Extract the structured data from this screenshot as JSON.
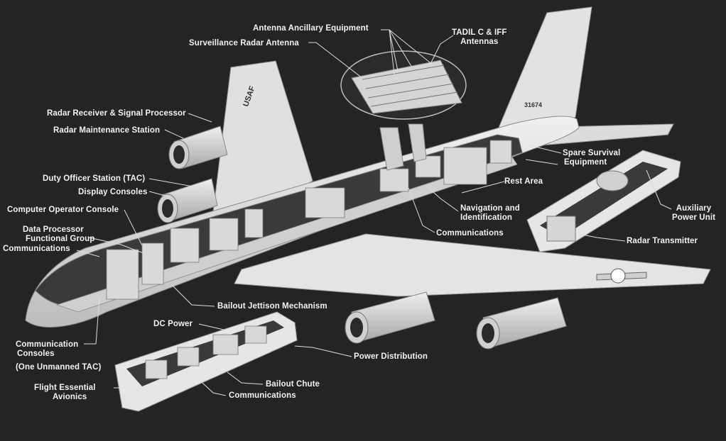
{
  "aircraft": {
    "tail_marking": "USAF",
    "tail_number": "31674"
  },
  "colors": {
    "background": "#242424",
    "fuselage": "#e6e6e6",
    "shadow": "#b9b9b9",
    "interior": "#3a3a3a",
    "label": "#f2f2f2"
  },
  "labels": {
    "antenna_ancillary": "Antenna Ancillary Equipment",
    "surveillance_radar": "Surveillance Radar Antenna",
    "tadil_1": "TADIL C & IFF",
    "tadil_2": "Antennas",
    "radar_receiver": "Radar Receiver & Signal Processor",
    "radar_maintenance": "Radar Maintenance Station",
    "duty_officer": "Duty Officer Station (TAC)",
    "display_consoles": "Display Consoles",
    "computer_operator": "Computer Operator Console",
    "data_processor_1": "Data Processor",
    "data_processor_2": "Functional Group",
    "communications_left": "Communications",
    "spare_survival_1": "Spare Survival",
    "spare_survival_2": "Equipment",
    "rest_area": "Rest Area",
    "navigation_1": "Navigation and",
    "navigation_2": "Identification",
    "communications_mid": "Communications",
    "apu_1": "Auxiliary",
    "apu_2": "Power Unit",
    "radar_transmitter": "Radar Transmitter",
    "bailout_jettison": "Bailout Jettison Mechanism",
    "dc_power": "DC Power",
    "power_distribution": "Power Distribution",
    "comm_consoles_1": "Communication",
    "comm_consoles_2": "Consoles",
    "comm_consoles_3": "(One Unmanned TAC)",
    "bailout_chute": "Bailout Chute",
    "communications_bottom": "Communications",
    "flight_essential_1": "Flight Essential",
    "flight_essential_2": "Avionics"
  }
}
